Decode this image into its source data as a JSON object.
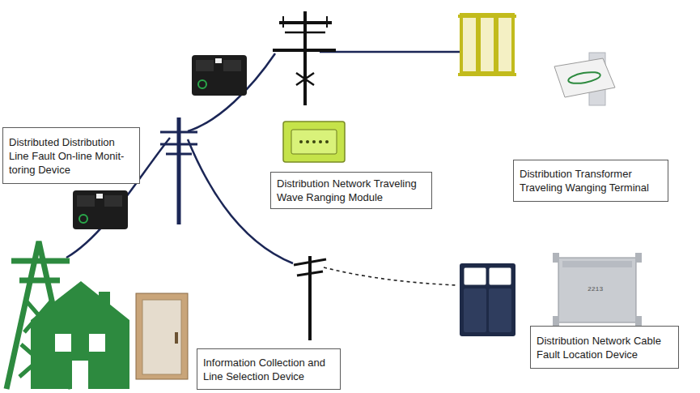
{
  "diagram": {
    "nodes": [
      {
        "text": [
          "Distributed Distribution Line Fault On-line Monit- toring Device"
        ]
      },
      {
        "text": [
          "Distribution Network Traveling Wave Ranging Module"
        ]
      },
      {
        "text": [
          "Distribution Transformer Traveling Wanging Terminal"
        ]
      },
      {
        "text": [
          "Information Collection and Line Selection Device"
        ]
      },
      {
        "text": [
          "Distribution Network Cable Fault Location Device"
        ]
      }
    ],
    "labels": [
      "2213"
    ]
  }
}
